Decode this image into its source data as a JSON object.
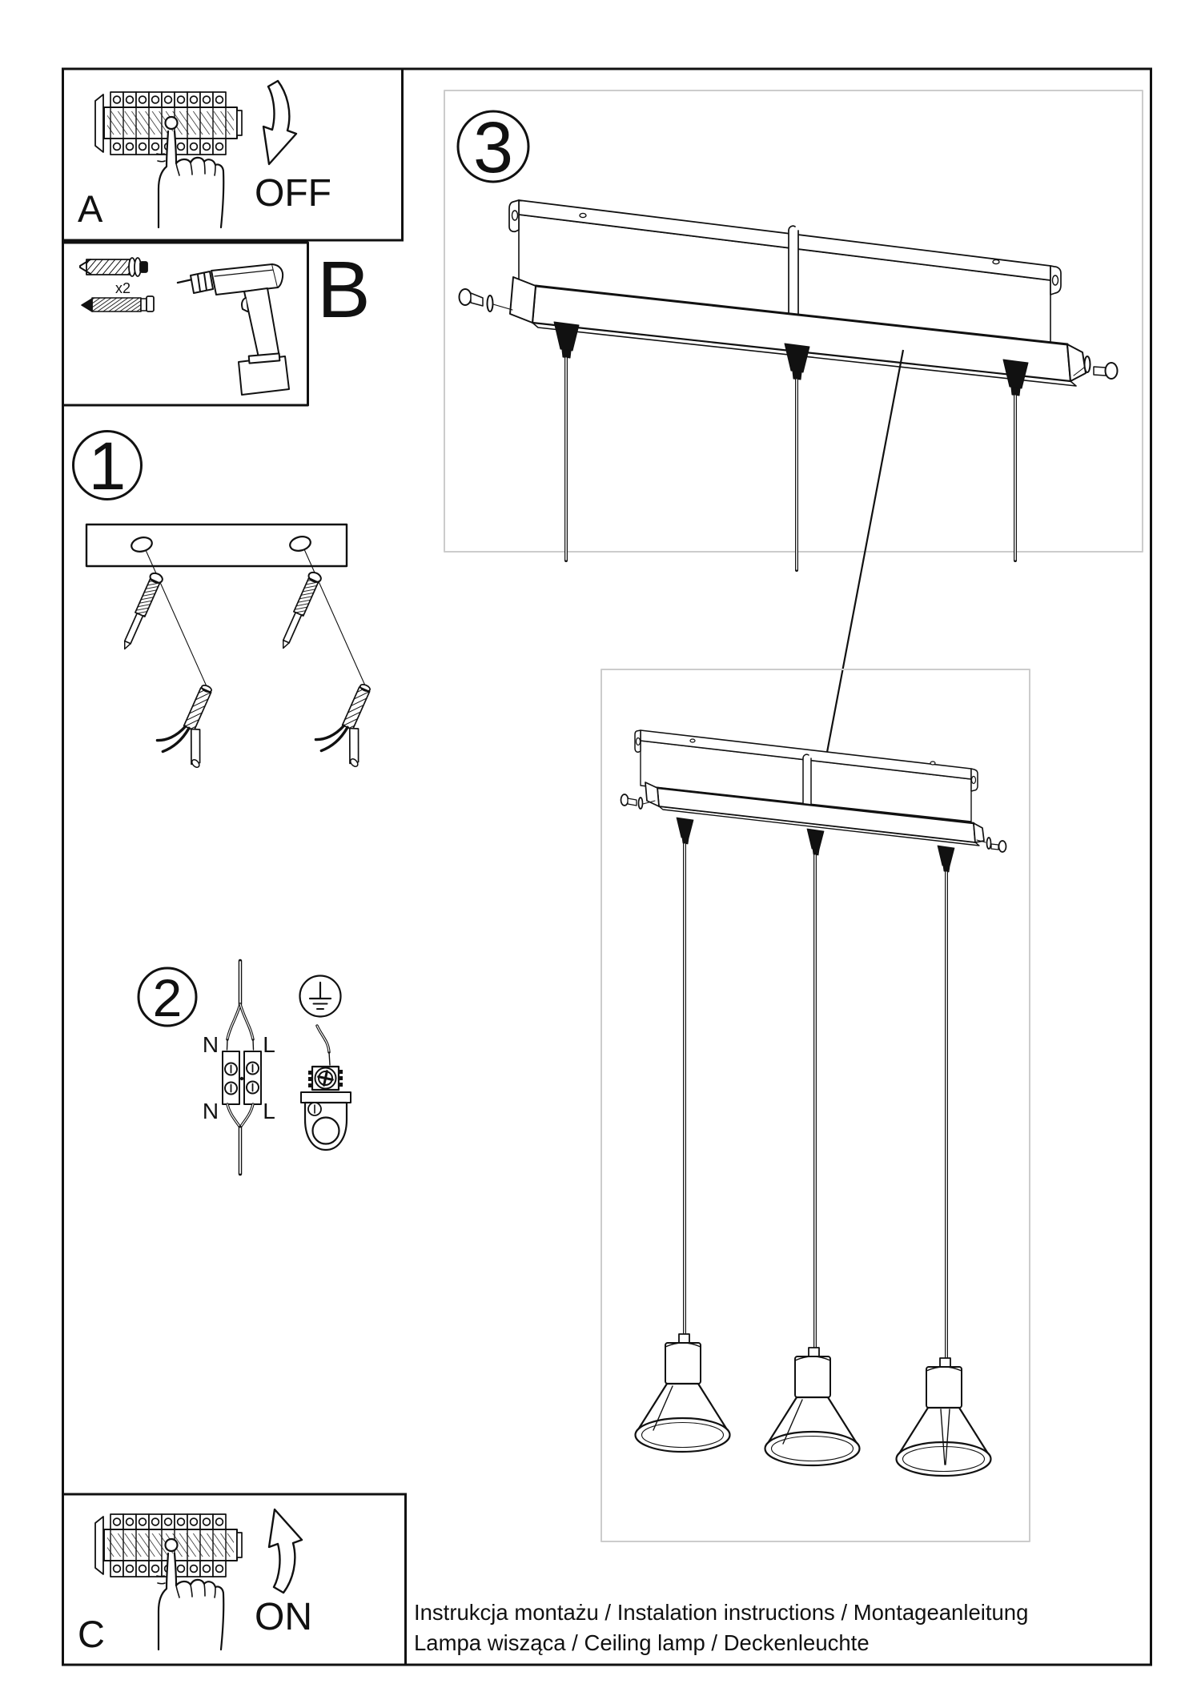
{
  "document": {
    "title_hint": "Lamp installation instruction sheet",
    "colors": {
      "ink": "#111111",
      "box_frame": "#111111",
      "panel_frame": "#cccccc",
      "background": "#ffffff"
    },
    "sections": {
      "power_off": {
        "letter": "A",
        "state": "OFF"
      },
      "tools": {
        "letter": "B",
        "anchor_count": "x2"
      },
      "drill_holes": {
        "number": "1"
      },
      "wiring": {
        "number": "2",
        "terminals": {
          "top_left": "N",
          "top_right": "L",
          "bottom_left": "N",
          "bottom_right": "L"
        }
      },
      "mount": {
        "number": "3"
      },
      "power_on": {
        "letter": "C",
        "state": "ON"
      }
    },
    "footer": {
      "line1": "Instrukcja montażu / Instalation instructions / Montageanleitung",
      "line2": "Lampa wisząca / Ceiling lamp / Deckenleuchte"
    }
  }
}
